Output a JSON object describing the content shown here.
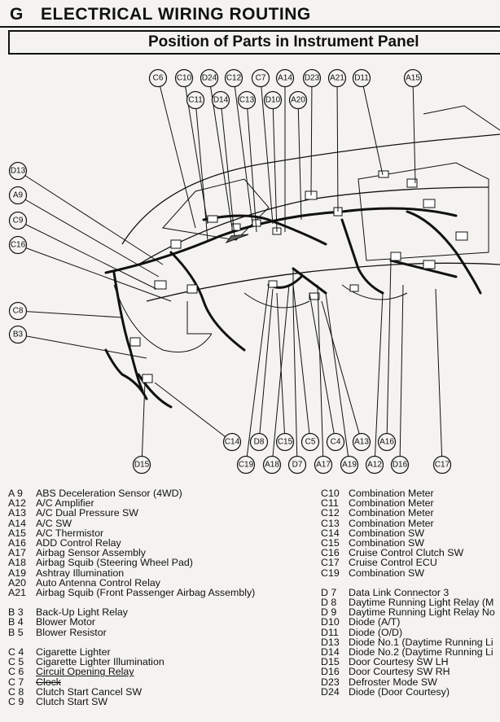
{
  "header": {
    "section_letter": "G",
    "section_title": "ELECTRICAL WIRING ROUTING",
    "subtitle": "Position of Parts in Instrument Panel"
  },
  "callouts_top_row1": [
    "C6",
    "C10",
    "D24",
    "C12",
    "C7",
    "A14",
    "D23",
    "A21",
    "D11",
    "A15"
  ],
  "callouts_top_row2": [
    "C11",
    "D14",
    "C13",
    "D10",
    "A20"
  ],
  "callouts_left": [
    "D13",
    "A9",
    "C9",
    "C16",
    "C8",
    "B3"
  ],
  "callouts_bottom_row1": [
    "C14",
    "D8",
    "C15",
    "C5",
    "C4",
    "A13",
    "A16"
  ],
  "callouts_bottom_row2": [
    "D15",
    "C19",
    "A18",
    "D7",
    "A17",
    "A19",
    "A12",
    "D16",
    "C17"
  ],
  "legend_left": [
    {
      "code": "A 9",
      "name": "ABS Deceleration Sensor (4WD)"
    },
    {
      "code": "A12",
      "name": "A/C Amplifier"
    },
    {
      "code": "A13",
      "name": "A/C Dual Pressure SW"
    },
    {
      "code": "A14",
      "name": "A/C SW"
    },
    {
      "code": "A15",
      "name": "A/C Thermistor"
    },
    {
      "code": "A16",
      "name": "ADD Control Relay"
    },
    {
      "code": "A17",
      "name": "Airbag Sensor Assembly"
    },
    {
      "code": "A18",
      "name": "Airbag Squib (Steering Wheel Pad)"
    },
    {
      "code": "A19",
      "name": "Ashtray Illumination"
    },
    {
      "code": "A20",
      "name": "Auto Antenna Control Relay"
    },
    {
      "code": "A21",
      "name": "Airbag Squib (Front Passenger Airbag Assembly)"
    },
    {
      "code": "",
      "name": ""
    },
    {
      "code": "B 3",
      "name": "Back-Up Light Relay"
    },
    {
      "code": "B 4",
      "name": "Blower Motor"
    },
    {
      "code": "B 5",
      "name": "Blower Resistor"
    },
    {
      "code": "",
      "name": ""
    },
    {
      "code": "C 4",
      "name": "Cigarette Lighter"
    },
    {
      "code": "C 5",
      "name": "Cigarette Lighter Illumination"
    },
    {
      "code": "C 6",
      "name": "Circuit Opening Relay"
    },
    {
      "code": "C 7",
      "name": "Clock"
    },
    {
      "code": "C 8",
      "name": "Clutch Start Cancel SW"
    },
    {
      "code": "C 9",
      "name": "Clutch Start SW"
    }
  ],
  "legend_right": [
    {
      "code": "C10",
      "name": "Combination Meter"
    },
    {
      "code": "C11",
      "name": "Combination Meter"
    },
    {
      "code": "C12",
      "name": "Combination Meter"
    },
    {
      "code": "C13",
      "name": "Combination Meter"
    },
    {
      "code": "C14",
      "name": "Combination SW"
    },
    {
      "code": "C15",
      "name": "Combination SW"
    },
    {
      "code": "C16",
      "name": "Cruise Control Clutch SW"
    },
    {
      "code": "C17",
      "name": "Cruise Control ECU"
    },
    {
      "code": "C19",
      "name": "Combination SW"
    },
    {
      "code": "",
      "name": ""
    },
    {
      "code": "D 7",
      "name": "Data Link Connector 3"
    },
    {
      "code": "D 8",
      "name": "Daytime Running Light Relay (M"
    },
    {
      "code": "D 9",
      "name": "Daytime Running Light Relay No"
    },
    {
      "code": "D10",
      "name": "Diode (A/T)"
    },
    {
      "code": "D11",
      "name": "Diode (O/D)"
    },
    {
      "code": "D13",
      "name": "Diode No.1 (Daytime Running Li"
    },
    {
      "code": "D14",
      "name": "Diode No.2 (Daytime Running Li"
    },
    {
      "code": "D15",
      "name": "Door Courtesy SW LH"
    },
    {
      "code": "D16",
      "name": "Door Courtesy SW RH"
    },
    {
      "code": "D23",
      "name": "Defroster Mode SW"
    },
    {
      "code": "D24",
      "name": "Diode (Door Courtesy)"
    }
  ]
}
